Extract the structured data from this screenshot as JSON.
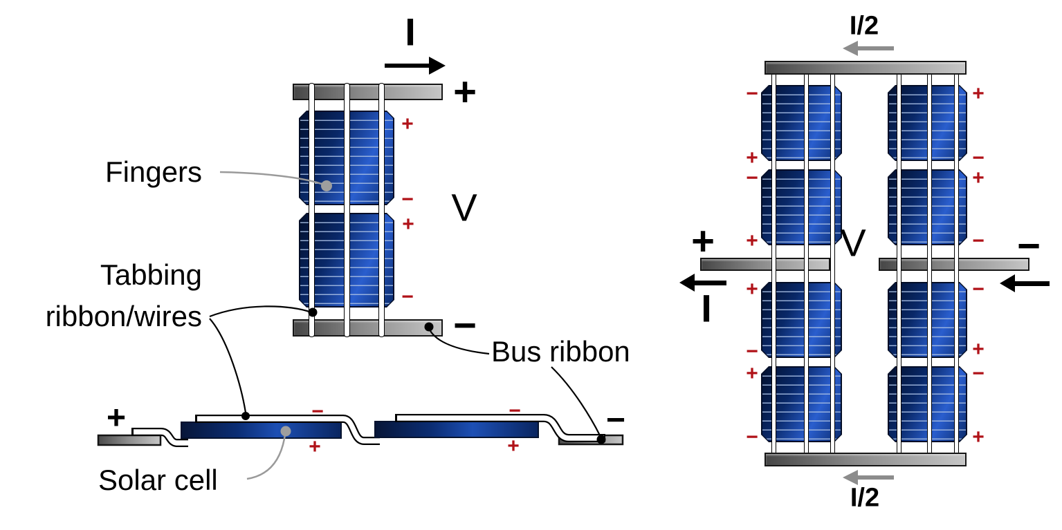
{
  "labels": {
    "fingers": "Fingers",
    "tabbing_line1": "Tabbing",
    "tabbing_line2": "ribbon/wires",
    "bus_ribbon": "Bus ribbon",
    "solar_cell": "Solar cell"
  },
  "left_string": {
    "current": "I",
    "voltage": "V",
    "positive_terminal": "+",
    "negative_terminal": "−",
    "cells": [
      {
        "top_mark": "+",
        "bottom_mark": "−"
      },
      {
        "top_mark": "+",
        "bottom_mark": "−"
      }
    ]
  },
  "cross_section": {
    "positive_terminal": "+",
    "negative_terminal": "−",
    "cells": [
      {
        "front_mark": "−",
        "rear_mark": "+"
      },
      {
        "front_mark": "−",
        "rear_mark": "+"
      }
    ]
  },
  "parallel_module": {
    "top_current": "I/2",
    "bottom_current": "I/2",
    "current": "I",
    "voltage": "V",
    "positive_terminal": "+",
    "negative_terminal": "−",
    "left_column": [
      {
        "top_mark": "−",
        "bottom_mark": "+"
      },
      {
        "top_mark": "−",
        "bottom_mark": "+"
      },
      {
        "top_mark": "+",
        "bottom_mark": "−"
      },
      {
        "top_mark": "+",
        "bottom_mark": "−"
      }
    ],
    "right_column": [
      {
        "top_mark": "+",
        "bottom_mark": "−"
      },
      {
        "top_mark": "+",
        "bottom_mark": "−"
      },
      {
        "top_mark": "−",
        "bottom_mark": "+"
      },
      {
        "top_mark": "−",
        "bottom_mark": "+"
      }
    ]
  },
  "colors": {
    "cell_blue_dark": "#02102e",
    "cell_blue_bright": "#2a5ece",
    "ribbon_gray_dark": "#464646",
    "ribbon_gray_light": "#c6c6c6",
    "polarity_red": "#b01218",
    "arrow_gray": "#8c8c8c",
    "ink": "#000000"
  }
}
